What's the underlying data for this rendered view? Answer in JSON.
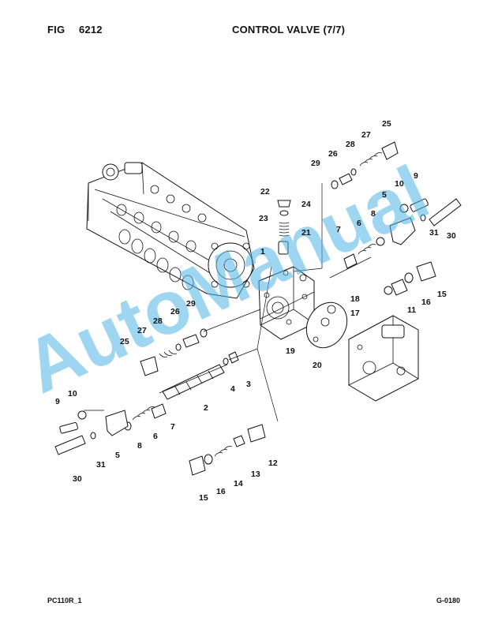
{
  "header": {
    "fig_label": "FIG",
    "fig_number": "6212",
    "title": "CONTROL VALVE (7/7)"
  },
  "footer": {
    "model": "PC110R_1",
    "page_code": "G-0180"
  },
  "watermark": {
    "text": "AutoManual",
    "color": "#4fb4e6"
  },
  "callouts": {
    "c25a": "25",
    "c28a": "28",
    "c27a": "27",
    "c26a": "26",
    "c29a": "29",
    "c9a": "9",
    "c10a": "10",
    "c5a": "5",
    "c22": "22",
    "c24": "24",
    "c23": "23",
    "c21": "21",
    "c7a": "7",
    "c6a": "6",
    "c8a": "8",
    "c31a": "31",
    "c30a": "30",
    "c1": "1",
    "c18": "18",
    "c17": "17",
    "c19": "19",
    "c20": "20",
    "c11": "11",
    "c16a": "16",
    "c15a": "15",
    "c29b": "29",
    "c26b": "26",
    "c28b": "28",
    "c27b": "27",
    "c25b": "25",
    "c4": "4",
    "c3": "3",
    "c2": "2",
    "c9b": "9",
    "c10b": "10",
    "c8b": "8",
    "c6b": "6",
    "c7b": "7",
    "c5b": "5",
    "c31b": "31",
    "c30b": "30",
    "c12": "12",
    "c13": "13",
    "c14": "14",
    "c16b": "16",
    "c15b": "15"
  }
}
